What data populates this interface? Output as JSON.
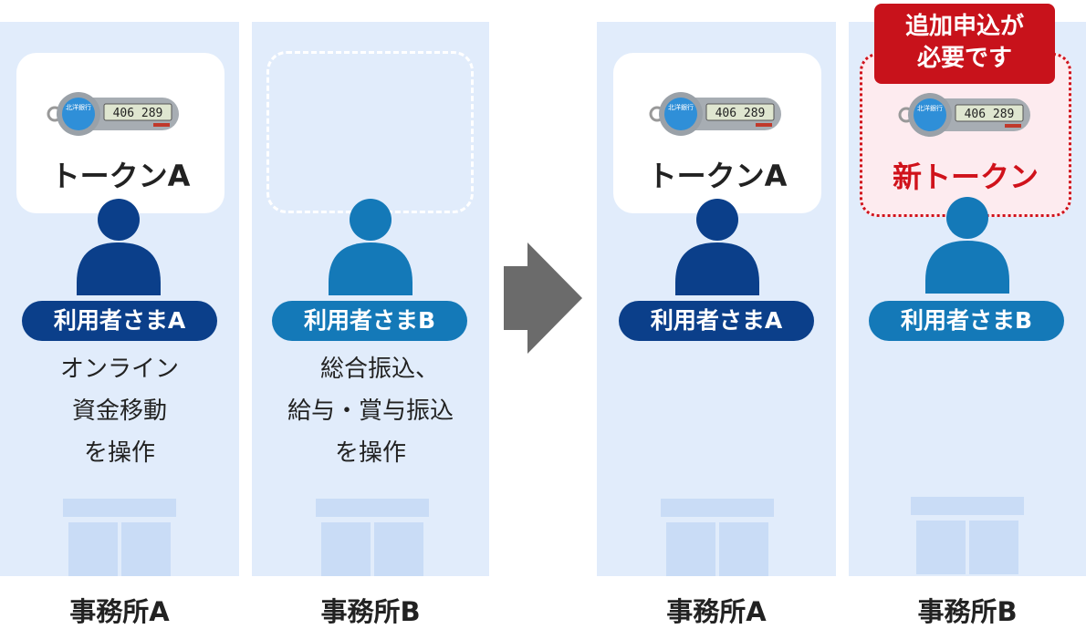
{
  "offices": {
    "a1": "事務所A",
    "b1": "事務所B",
    "a2": "事務所A",
    "b2": "事務所B"
  },
  "tokens": {
    "a1": "トークンA",
    "a2": "トークンA",
    "new": "新トークン"
  },
  "users": {
    "a1": "利用者さまA",
    "b1": "利用者さまB",
    "a2": "利用者さまA",
    "b2": "利用者さまB"
  },
  "descriptions": {
    "a1": [
      "オンライン",
      "資金移動",
      "を操作"
    ],
    "b1": [
      "総合振込、",
      "給与・賞与振込",
      "を操作"
    ]
  },
  "badge": {
    "line1": "追加申込が",
    "line2": "必要です"
  },
  "device": {
    "bank_name": "北洋銀行",
    "display": "406 289"
  },
  "colors": {
    "background": "#e1ecfb",
    "user_a": "#0b3f8a",
    "user_b": "#1479b8",
    "alert_red": "#c8121b"
  }
}
